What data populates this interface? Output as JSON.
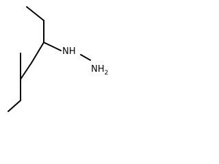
{
  "molecule": {
    "labels": {
      "nh": "NH",
      "nh2": "NH",
      "nh2_subscript": "2"
    },
    "bond_color": "#000000",
    "background": "#ffffff"
  }
}
